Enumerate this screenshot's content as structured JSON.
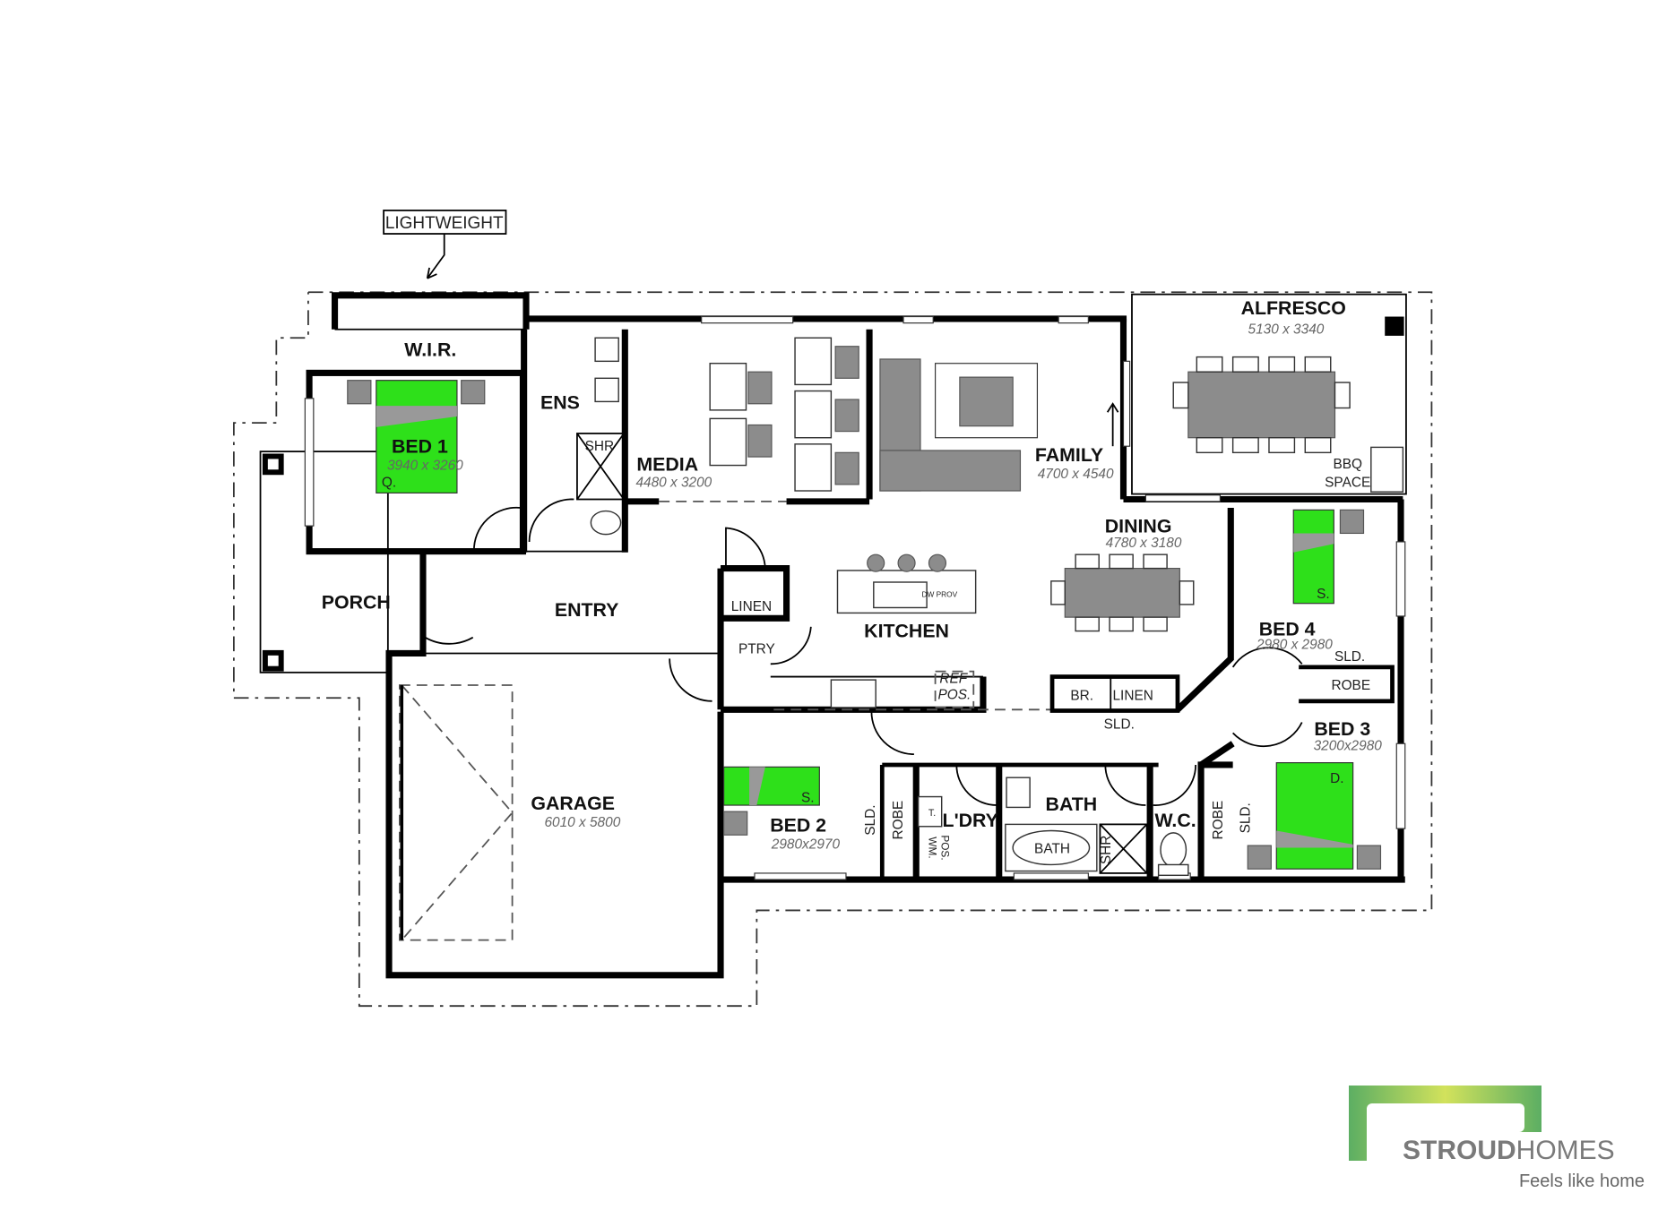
{
  "annotation": "LIGHTWEIGHT",
  "rooms": {
    "wir": {
      "name": "W.I.R."
    },
    "ens": {
      "name": "ENS"
    },
    "shr_ens": {
      "name": "SHR"
    },
    "bed1": {
      "name": "BED 1",
      "dims": "3940 x 3260",
      "bed": "Q."
    },
    "media": {
      "name": "MEDIA",
      "dims": "4480 x 3200"
    },
    "family": {
      "name": "FAMILY",
      "dims": "4700 x 4540"
    },
    "alfresco": {
      "name": "ALFRESCO",
      "dims": "5130 x 3340"
    },
    "bbq": {
      "line1": "BBQ",
      "line2": "SPACE"
    },
    "porch": {
      "name": "PORCH"
    },
    "entry": {
      "name": "ENTRY"
    },
    "linen1": {
      "name": "LINEN"
    },
    "ptry": {
      "name": "PTRY"
    },
    "kitchen": {
      "name": "KITCHEN",
      "dw": "DW PROV",
      "ref_line1": "REF",
      "ref_line2": "POS."
    },
    "dining": {
      "name": "DINING",
      "dims": "4780 x 3180"
    },
    "bed4": {
      "name": "BED 4",
      "dims": "2980 x 2980",
      "bed": "S.",
      "sld": "SLD.",
      "robe": "ROBE"
    },
    "hall": {
      "br": "BR.",
      "linen": "LINEN",
      "sld": "SLD."
    },
    "bed3": {
      "name": "BED 3",
      "dims": "3200x2980",
      "bed": "D.",
      "sld": "SLD.",
      "robe": "ROBE"
    },
    "garage": {
      "name": "GARAGE",
      "dims": "6010 x 5800"
    },
    "bed2": {
      "name": "BED 2",
      "dims": "2980x2970",
      "bed": "S.",
      "sld": "SLD.",
      "robe": "ROBE"
    },
    "ldry": {
      "name": "L'DRY",
      "t": "T.",
      "wm_line1": "WM.",
      "wm_line2": "POS."
    },
    "bath": {
      "name": "BATH",
      "tub": "BATH",
      "shr": "SHR"
    },
    "wc": {
      "name": "W.C."
    }
  },
  "logo": {
    "brand_bold": "STROUD",
    "brand_light": "HOMES",
    "tagline": "Feels like home"
  },
  "colors": {
    "bed": "#2ee01a",
    "furniture": "#8c8c8c",
    "logo_green": "#5cae63",
    "logo_lime": "#d2e25c"
  }
}
